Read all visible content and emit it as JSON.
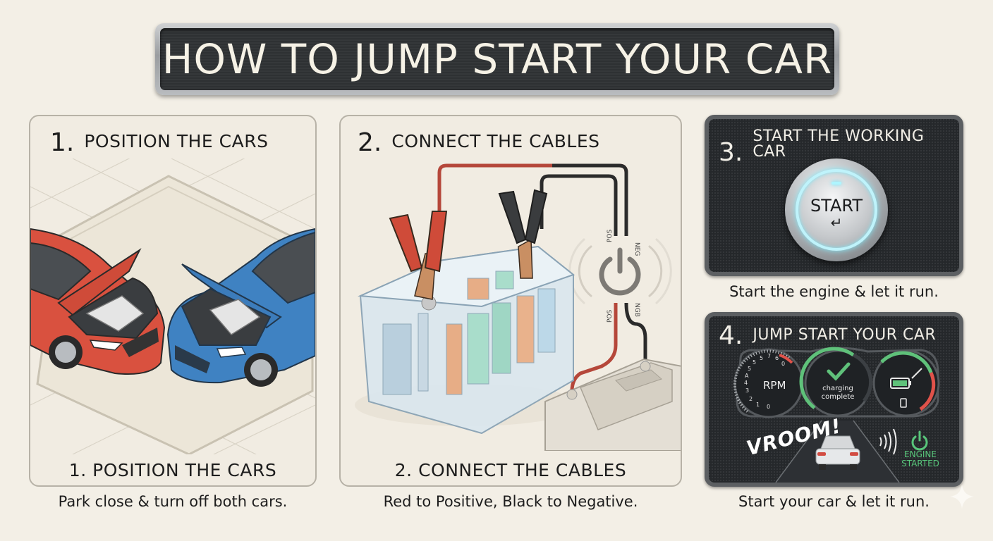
{
  "title": "HOW TO JUMP START YOUR CAR",
  "colors": {
    "background": "#f3efe6",
    "panel_light": "#f1ece2",
    "panel_dark": "#25282b",
    "car_red": "#d9513f",
    "car_blue": "#3f82c2",
    "cable_red": "#b5473a",
    "cable_black": "#2b2b2b",
    "glow_cyan": "#bff3fb",
    "gauge_green": "#5fc17a",
    "gauge_red": "#e0524a"
  },
  "steps": [
    {
      "number": "1.",
      "title": "POSITION THE CARS",
      "bottom_label": "1. POSITION THE CARS",
      "caption": "Park close & turn off both cars.",
      "illustration": "two-cars-hoods-open"
    },
    {
      "number": "2.",
      "title": "CONNECT THE CABLES",
      "bottom_label": "2. CONNECT THE CABLES",
      "caption": "Red to Positive, Black to Negative.",
      "illustration": "battery-jumper-cables",
      "labels": {
        "top_pos": "POS",
        "top_neg": "NEG",
        "bottom_pos": "POS",
        "bottom_neg": "NGB"
      }
    },
    {
      "number": "3.",
      "title": "START THE WORKING CAR",
      "caption": "Start the engine & let it run.",
      "button_label": "START",
      "button_icon": "↵"
    },
    {
      "number": "4.",
      "title": "JUMP START YOUR CAR",
      "caption": "Start your car & let it run.",
      "rpm_label": "RPM",
      "rpm_ticks": [
        "0",
        "1",
        "2",
        "3",
        "4",
        "A",
        "5",
        "5",
        "5",
        "7",
        "6",
        "0"
      ],
      "center_gauge_text_1": "charging",
      "center_gauge_text_2": "complete",
      "vroom": "VROOM!",
      "engine_status_1": "ENGINE",
      "engine_status_2": "STARTED"
    }
  ]
}
